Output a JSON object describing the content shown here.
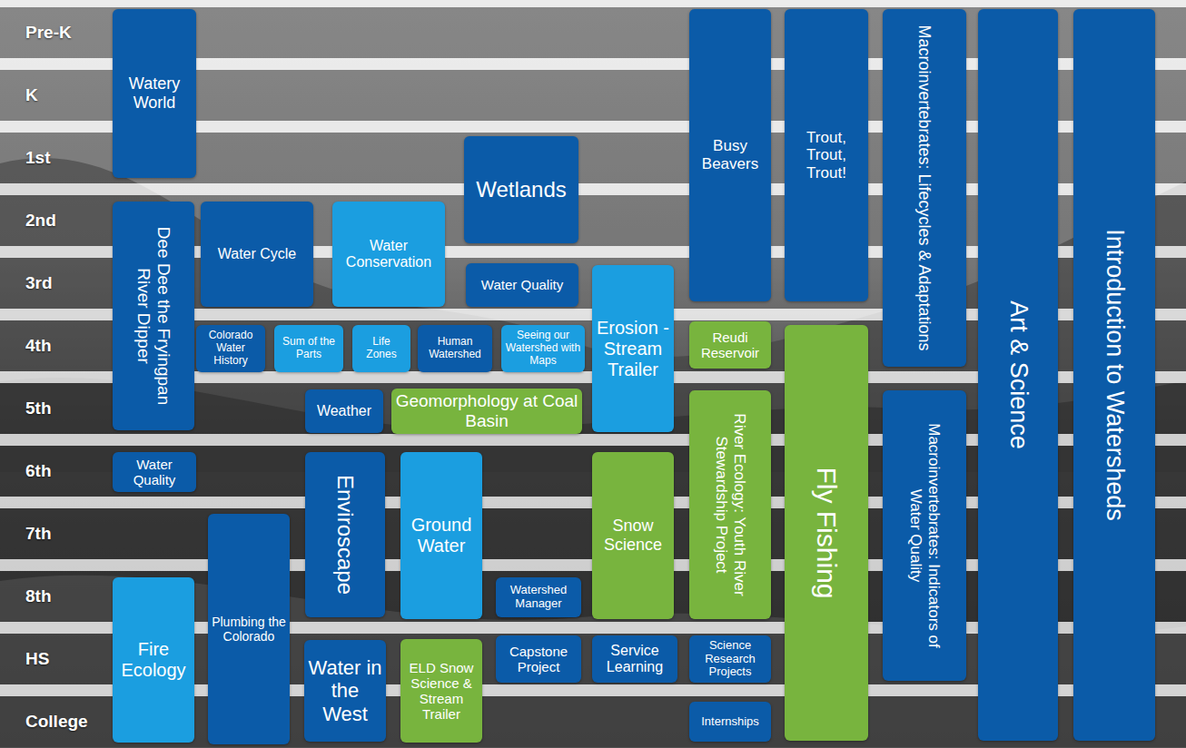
{
  "diagram": {
    "nodes": [
      {
        "text": [
          "Pre-K"
        ]
      },
      {
        "text": [
          "K"
        ]
      },
      {
        "text": [
          "1st"
        ]
      },
      {
        "text": [
          "2nd"
        ]
      },
      {
        "text": [
          "3rd"
        ]
      },
      {
        "text": [
          "4th"
        ]
      },
      {
        "text": [
          "5th"
        ]
      },
      {
        "text": [
          "6th"
        ]
      },
      {
        "text": [
          "7th"
        ]
      },
      {
        "text": [
          "8th"
        ]
      },
      {
        "text": [
          "HS"
        ]
      },
      {
        "text": [
          "College"
        ]
      },
      {
        "text": [
          "Watery World"
        ]
      },
      {
        "text": [
          "Busy Beavers"
        ]
      },
      {
        "text": [
          "Trout, Trout, Trout!"
        ]
      },
      {
        "text": [
          "Macroinvertebrates: Lifecycles & Adaptations"
        ]
      },
      {
        "text": [
          "Art & Science"
        ]
      },
      {
        "text": [
          "Introduction to Watersheds"
        ]
      },
      {
        "text": [
          "Wetlands"
        ]
      },
      {
        "text": [
          "Dee Dee the Fryingpan River Dipper"
        ]
      },
      {
        "text": [
          "Water Cycle"
        ]
      },
      {
        "text": [
          "Water Conservation"
        ]
      },
      {
        "text": [
          "Water Quality"
        ]
      },
      {
        "text": [
          "Erosion - Stream Trailer"
        ]
      },
      {
        "text": [
          "Colorado Water History"
        ]
      },
      {
        "text": [
          "Sum of the Parts"
        ]
      },
      {
        "text": [
          "Life Zones"
        ]
      },
      {
        "text": [
          "Human Watershed"
        ]
      },
      {
        "text": [
          "Seeing our Watershed with Maps"
        ]
      },
      {
        "text": [
          "Reudi Reservoir"
        ]
      },
      {
        "text": [
          "Fly Fishing"
        ]
      },
      {
        "text": [
          "Weather"
        ]
      },
      {
        "text": [
          "Geomorphology at Coal Basin"
        ]
      },
      {
        "text": [
          "River Ecology: Youth River Stewardship Project"
        ]
      },
      {
        "text": [
          "Macroinvertebrates: Indicators of Water Quality"
        ]
      },
      {
        "text": [
          "Water Quality"
        ]
      },
      {
        "text": [
          "Enviroscape"
        ]
      },
      {
        "text": [
          "Ground Water"
        ]
      },
      {
        "text": [
          "Snow Science"
        ]
      },
      {
        "text": [
          "Plumbing the Colorado"
        ]
      },
      {
        "text": [
          "Fire Ecology"
        ]
      },
      {
        "text": [
          "Watershed Manager"
        ]
      },
      {
        "text": [
          "Capstone Project"
        ]
      },
      {
        "text": [
          "Service Learning"
        ]
      },
      {
        "text": [
          "Science Research Projects"
        ]
      },
      {
        "text": [
          "Water in the West"
        ]
      },
      {
        "text": [
          "ELD Snow Science & Stream Trailer"
        ]
      },
      {
        "text": [
          "Internships"
        ]
      }
    ]
  }
}
